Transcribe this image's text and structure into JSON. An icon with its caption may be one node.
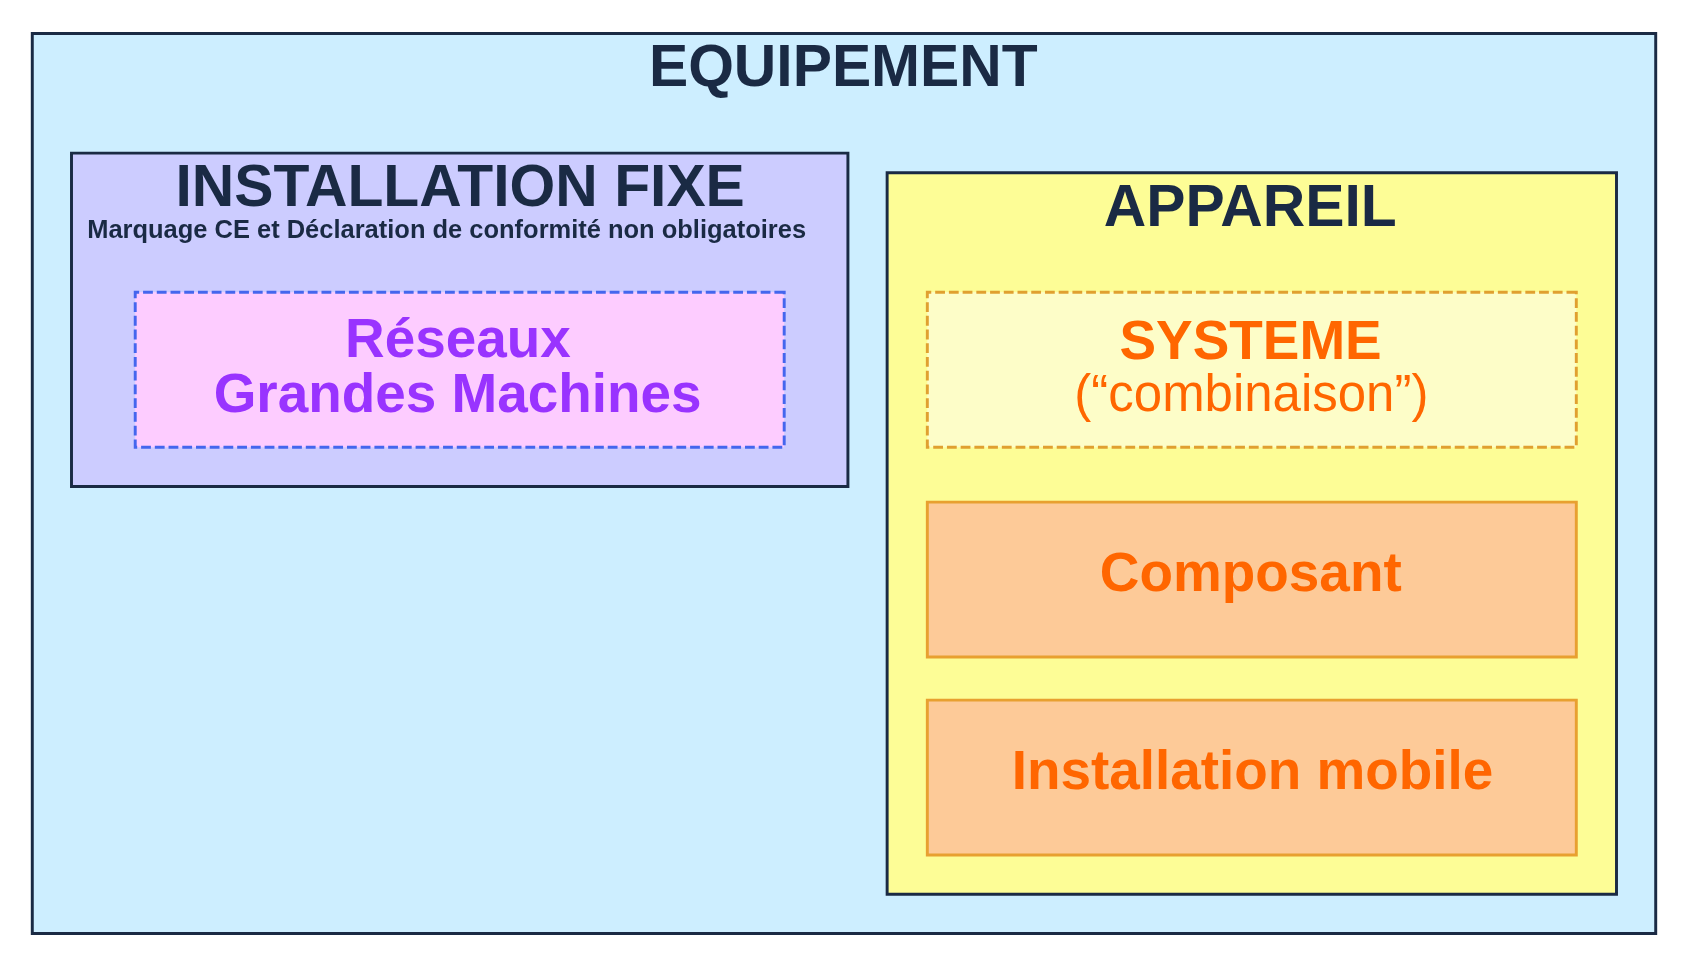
{
  "diagram": {
    "nodes": [
      {
        "text": [
          "EQUIPEMENT"
        ]
      },
      {
        "text": [
          "APPAREIL"
        ],
        "in": 0
      },
      {
        "text": [
          "SYSTEME",
          "(“combinaison”)"
        ],
        "in": 1
      },
      {
        "text": [
          "Composant"
        ],
        "in": 1
      },
      {
        "text": [
          "Installation mobile"
        ],
        "in": 1
      },
      {
        "text": [
          "INSTALLATION FIXE",
          "Marquage CE et Déclaration de conformité non obligatoires"
        ],
        "in": 0
      },
      {
        "text": [
          "Réseaux",
          "Grandes Machines"
        ],
        "in": 5
      }
    ],
    "edges": []
  }
}
